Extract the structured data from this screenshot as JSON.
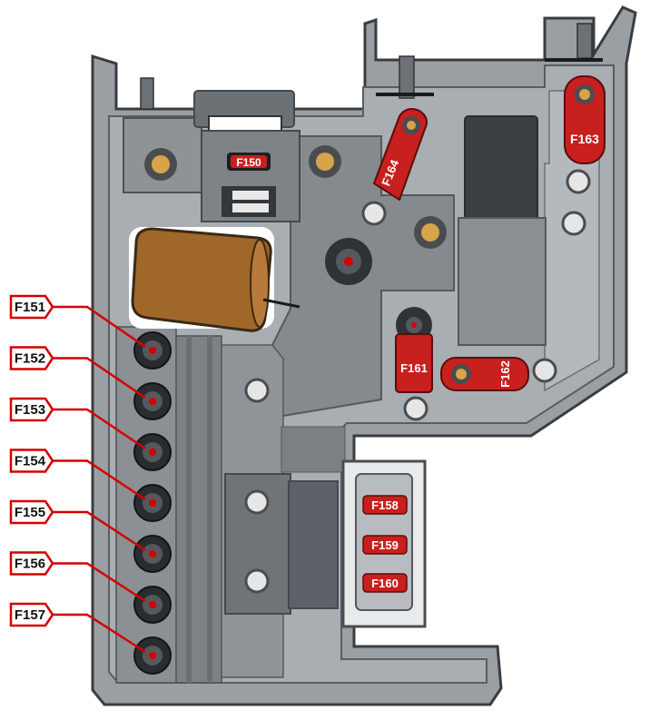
{
  "callouts": [
    {
      "label": "F151"
    },
    {
      "label": "F152"
    },
    {
      "label": "F153"
    },
    {
      "label": "F154"
    },
    {
      "label": "F155"
    },
    {
      "label": "F156"
    },
    {
      "label": "F157"
    }
  ],
  "fuses": {
    "f150": "F150",
    "f158": "F158",
    "f159": "F159",
    "f160": "F160",
    "f161": "F161",
    "f162": "F162",
    "f163": "F163",
    "f164": "F164"
  },
  "colors": {
    "callout_line": "#d40000",
    "fuse_red": "#c8201e",
    "housing": "#8e9398",
    "housing_dark": "#5d6268",
    "nut_gold": "#d7a44a",
    "capacitor": "#a0672a"
  }
}
